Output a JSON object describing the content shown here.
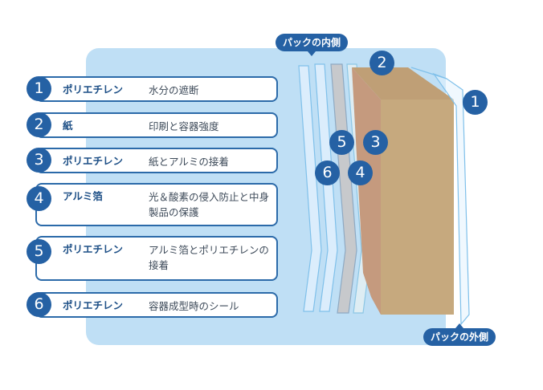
{
  "layers": [
    {
      "num": "1",
      "name": "ポリエチレン",
      "function": "水分の遮断"
    },
    {
      "num": "2",
      "name": "紙",
      "function": "印刷と容器強度"
    },
    {
      "num": "3",
      "name": "ポリエチレン",
      "function": "紙とアルミの接着"
    },
    {
      "num": "4",
      "name": "アルミ箔",
      "function": "光＆酸素の侵入防止と中身製品の保護"
    },
    {
      "num": "5",
      "name": "ポリエチレン",
      "function": "アルミ箔とポリエチレンの接着"
    },
    {
      "num": "6",
      "name": "ポリエチレン",
      "function": "容器成型時のシール"
    }
  ],
  "labels": {
    "inside": "パックの内側",
    "outside": "パックの外側"
  },
  "colors": {
    "accent": "#2561a4",
    "panel": "#bfdff5",
    "paper": "#c6a97e"
  }
}
